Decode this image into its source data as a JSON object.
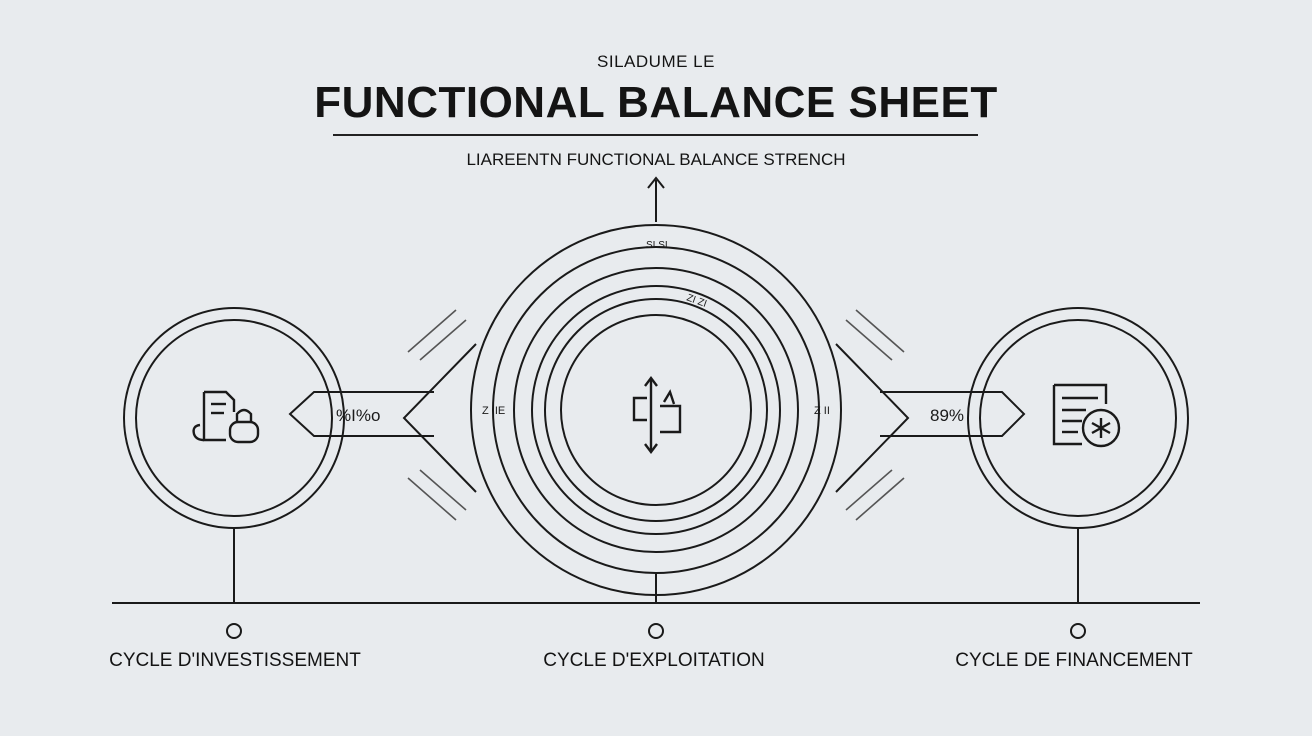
{
  "header": {
    "kicker": "SILADUME LE",
    "title": "FUNCTIONAL BALANCE SHEET",
    "subtitle": "LIAREENTN FUNCTIONAL BALANCE STRENCH"
  },
  "diagram": {
    "left_arrow_value": "%I%o",
    "right_arrow_value": "89%",
    "ring_mark_top": "SI SI",
    "ring_mark_upper": "ZI ZI",
    "ring_mark_left": "Z IIE",
    "ring_mark_right": "Z II",
    "cycles": [
      {
        "label": "CYCLE D'INVESTISSEMENT",
        "icon": "document-padlock-icon"
      },
      {
        "label": "CYCLE D'EXPLOITATION",
        "icon": "exchange-arrows-icon"
      },
      {
        "label": "CYCLE DE FINANCEMENT",
        "icon": "document-settings-icon"
      }
    ]
  },
  "colors": {
    "background": "#e8ebee",
    "line": "#1a1a1a"
  }
}
